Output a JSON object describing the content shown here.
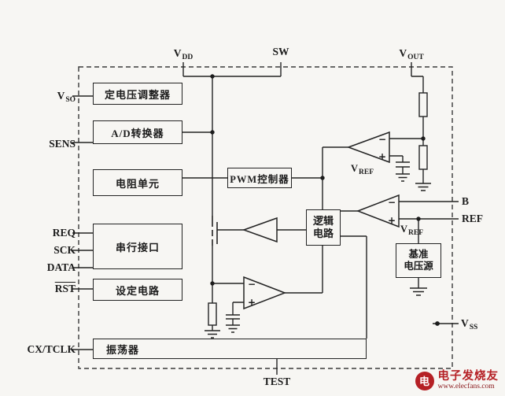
{
  "blocks": {
    "regulator": "定电压调整器",
    "adc": "A/D转换器",
    "resistor_unit": "电阻单元",
    "pwm": "PWM控制器",
    "serial_interface": "串行接口",
    "setting": "设定电路",
    "logic_line1": "逻辑",
    "logic_line2": "电路",
    "ref_source_line1": "基准",
    "ref_source_line2": "电压源",
    "oscillator": "振荡器"
  },
  "pins": {
    "vdd": {
      "base": "V",
      "sub": "DD"
    },
    "sw": "SW",
    "vout": {
      "base": "V",
      "sub": "OUT"
    },
    "vso": {
      "base": "V",
      "sub": "SO"
    },
    "sens": "SENS",
    "req": "REQ",
    "sck": "SCK",
    "data": "DATA",
    "rst": "RST",
    "cxtclk": "CX/TCLK",
    "b": "B",
    "ref": "REF",
    "vss": {
      "base": "V",
      "sub": "SS"
    },
    "test": "TEST"
  },
  "nets": {
    "vref": {
      "base": "V",
      "sub": "REF"
    }
  },
  "symbols": {
    "minus": "−",
    "plus": "+"
  },
  "watermark": {
    "brand": "电子发烧友",
    "url": "www.elecfans.com",
    "logo": "电",
    "color": "#b52025"
  }
}
